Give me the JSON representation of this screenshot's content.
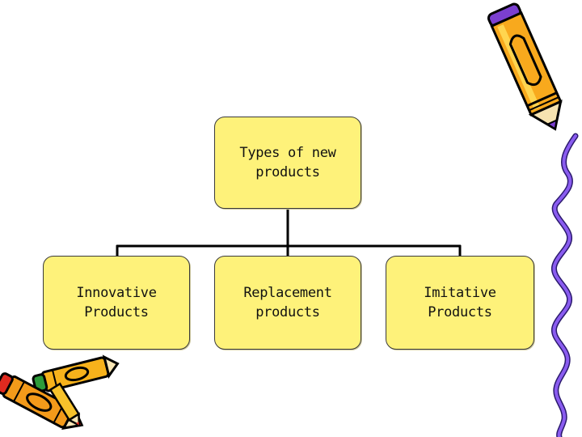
{
  "diagram": {
    "type": "hierarchy",
    "root": {
      "label": "Types of new\nproducts"
    },
    "children": [
      {
        "label": "Innovative\nProducts"
      },
      {
        "label": "Replacement\nproducts"
      },
      {
        "label": "Imitative\nProducts"
      }
    ]
  },
  "colors": {
    "box_fill": "#fef27a",
    "box_border": "#3a3a3a",
    "connector": "#000000",
    "wavy_line": "#6a38d6"
  },
  "decorations": {
    "top_right": "pencil-icon",
    "bottom_left": "crayons-icon",
    "right_edge": "wavy-line"
  }
}
